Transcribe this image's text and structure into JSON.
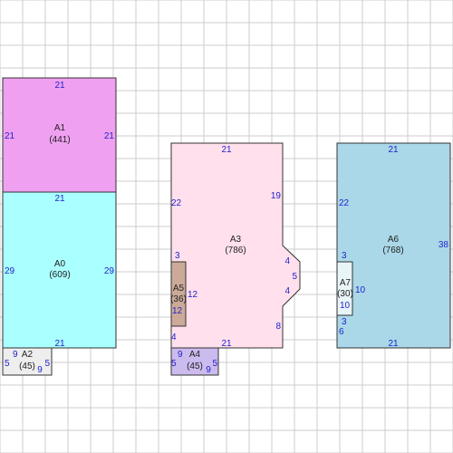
{
  "colors": {
    "grid": "#cccccc",
    "outline": "#333333",
    "dimension_text": "#2222cc",
    "A0": "#aaffff",
    "A1": "#f0a0f0",
    "A2": "#eeeeee",
    "A3": "#ffe0ec",
    "A4": "#ccbbee",
    "A5": "#ccaa99",
    "A6": "#aad8e8",
    "A7": "#e8f4f8"
  },
  "rooms": [
    {
      "id": "A0",
      "name": "A0",
      "area": "(609)"
    },
    {
      "id": "A1",
      "name": "A1",
      "area": "(441)"
    },
    {
      "id": "A2",
      "name": "A2",
      "area": "(45)"
    },
    {
      "id": "A3",
      "name": "A3",
      "area": "(786)"
    },
    {
      "id": "A4",
      "name": "A4",
      "area": "(45)"
    },
    {
      "id": "A5",
      "name": "A5",
      "area": "(36)"
    },
    {
      "id": "A6",
      "name": "A6",
      "area": "(768)"
    },
    {
      "id": "A7",
      "name": "A7",
      "area": "(30)"
    }
  ],
  "dimensions": {
    "A1": {
      "top": "21",
      "left": "21",
      "right": "21"
    },
    "A0": {
      "top": "21",
      "left": "29",
      "right": "29",
      "bottom": "21"
    },
    "A2": {
      "left": "5",
      "top": "9",
      "right": "5",
      "bottom": "9"
    },
    "A3": {
      "top": "21",
      "left_upper": "22",
      "right_upper": "19",
      "notch_top": "4",
      "notch_side": "5",
      "notch_bottom": "4",
      "right_lower": "8",
      "bottom": "21",
      "left_above_a5": "3",
      "left_below_a5": "4"
    },
    "A5": {
      "left": "12",
      "right": "12"
    },
    "A4": {
      "top": "9",
      "left": "5",
      "right": "5",
      "bottom": "9"
    },
    "A6": {
      "top": "21",
      "left_upper": "22",
      "right": "38",
      "left_above_a7": "3",
      "left_below_a7": "6",
      "bottom": "21"
    },
    "A7": {
      "right": "10",
      "left": "10"
    }
  }
}
